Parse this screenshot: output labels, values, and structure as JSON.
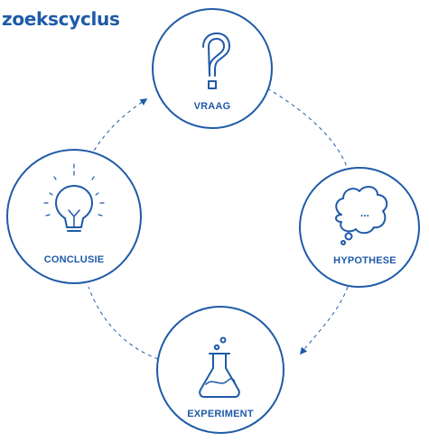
{
  "title": "zoekscyclus",
  "colors": {
    "accent": "#1f5aa8"
  },
  "nodes": [
    {
      "id": "vraag",
      "label": "VRAAG",
      "icon": "question-mark-icon"
    },
    {
      "id": "hypothese",
      "label": "HYPOTHESE",
      "icon": "thought-cloud-icon",
      "icon_text": "..."
    },
    {
      "id": "experiment",
      "label": "EXPERIMENT",
      "icon": "flask-icon"
    },
    {
      "id": "conclusie",
      "label": "CONCLUSIE",
      "icon": "lightbulb-icon"
    }
  ]
}
